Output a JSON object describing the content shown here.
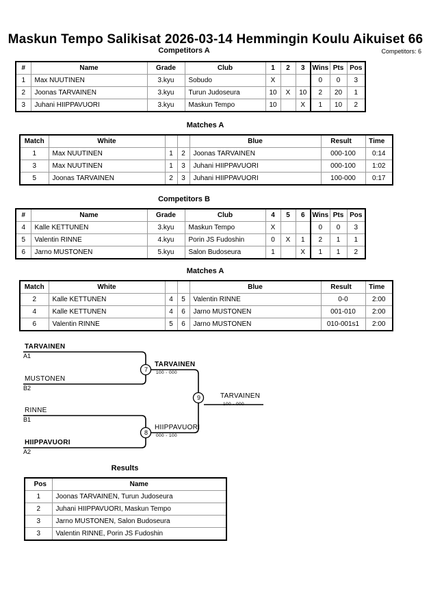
{
  "header": {
    "title": "Maskun Tempo Salikisat  2026-03-14  Hemmingin Koulu   Aikuiset 66",
    "competitors_label": "Competitors: 6"
  },
  "sections": {
    "competitors_a_caption": "Competitors A",
    "matches_a_caption": "Matches A",
    "competitors_b_caption": "Competitors B",
    "matches_b_caption": "Matches A",
    "results_caption": "Results"
  },
  "competitors_a": {
    "headers": [
      "#",
      "Name",
      "Grade",
      "Club",
      "1",
      "2",
      "3",
      "Wins",
      "Pts",
      "Pos"
    ],
    "rows": [
      {
        "num": "1",
        "name": "Max NUUTINEN",
        "grade": "3.kyu",
        "club": "Sobudo",
        "m1": "X",
        "m2": "",
        "m3": "",
        "wins": "0",
        "pts": "0",
        "pos": "3"
      },
      {
        "num": "2",
        "name": "Joonas TARVAINEN",
        "grade": "3.kyu",
        "club": "Turun Judoseura",
        "m1": "10",
        "m2": "X",
        "m3": "10",
        "wins": "2",
        "pts": "20",
        "pos": "1"
      },
      {
        "num": "3",
        "name": "Juhani HIIPPAVUORI",
        "grade": "3.kyu",
        "club": "Maskun Tempo",
        "m1": "10",
        "m2": "",
        "m3": "X",
        "wins": "1",
        "pts": "10",
        "pos": "2"
      }
    ]
  },
  "matches_a": {
    "headers": [
      "Match",
      "White",
      "",
      "",
      "Blue",
      "Result",
      "Time"
    ],
    "rows": [
      {
        "match": "1",
        "white": "Max NUUTINEN",
        "white_win": false,
        "wnum": "1",
        "bnum": "2",
        "blue": "Joonas TARVAINEN",
        "blue_win": true,
        "result": "000-100",
        "time": "0:14"
      },
      {
        "match": "3",
        "white": "Max NUUTINEN",
        "white_win": false,
        "wnum": "1",
        "bnum": "3",
        "blue": "Juhani HIIPPAVUORI",
        "blue_win": true,
        "result": "000-100",
        "time": "1:02"
      },
      {
        "match": "5",
        "white": "Joonas TARVAINEN",
        "white_win": true,
        "wnum": "2",
        "bnum": "3",
        "blue": "Juhani HIIPPAVUORI",
        "blue_win": false,
        "result": "100-000",
        "time": "0:17"
      }
    ]
  },
  "competitors_b": {
    "headers": [
      "#",
      "Name",
      "Grade",
      "Club",
      "4",
      "5",
      "6",
      "Wins",
      "Pts",
      "Pos"
    ],
    "rows": [
      {
        "num": "4",
        "name": "Kalle KETTUNEN",
        "grade": "3.kyu",
        "club": "Maskun Tempo",
        "m1": "X",
        "m2": "",
        "m3": "",
        "wins": "0",
        "pts": "0",
        "pos": "3"
      },
      {
        "num": "5",
        "name": "Valentin RINNE",
        "grade": "4.kyu",
        "club": "Porin JS Fudoshin",
        "m1": "0",
        "m2": "X",
        "m3": "1",
        "wins": "2",
        "pts": "1",
        "pos": "1"
      },
      {
        "num": "6",
        "name": "Jarno MUSTONEN",
        "grade": "5.kyu",
        "club": "Salon Budoseura",
        "m1": "1",
        "m2": "",
        "m3": "X",
        "wins": "1",
        "pts": "1",
        "pos": "2"
      }
    ]
  },
  "matches_b": {
    "headers": [
      "Match",
      "White",
      "",
      "",
      "Blue",
      "Result",
      "Time"
    ],
    "rows": [
      {
        "match": "2",
        "white": "Kalle KETTUNEN",
        "white_win": false,
        "wnum": "4",
        "bnum": "5",
        "blue": "Valentin RINNE",
        "blue_win": true,
        "result": "0-0",
        "time": "2:00"
      },
      {
        "match": "4",
        "white": "Kalle KETTUNEN",
        "white_win": false,
        "wnum": "4",
        "bnum": "6",
        "blue": "Jarno MUSTONEN",
        "blue_win": true,
        "result": "001-010",
        "time": "2:00"
      },
      {
        "match": "6",
        "white": "Valentin RINNE",
        "white_win": true,
        "wnum": "5",
        "bnum": "6",
        "blue": "Jarno MUSTONEN",
        "blue_win": false,
        "result": "010-001s1",
        "time": "2:00"
      }
    ]
  },
  "bracket": {
    "entries": [
      {
        "name": "TARVAINEN",
        "code": "A1",
        "winner": true
      },
      {
        "name": "MUSTONEN",
        "code": "B2",
        "winner": false
      },
      {
        "name": "RINNE",
        "code": "B1",
        "winner": false
      },
      {
        "name": "HIIPPAVUORI",
        "code": "A2",
        "winner": true
      }
    ],
    "semifinal_top": {
      "match": "7",
      "winner": "TARVAINEN",
      "score": "100 - 000"
    },
    "semifinal_bottom": {
      "match": "8",
      "winner": "HIIPPAVUORI",
      "score": "000 - 100"
    },
    "final": {
      "match": "9",
      "winner": "TARVAINEN",
      "score": "100 - 000"
    }
  },
  "results": {
    "headers": [
      "Pos",
      "Name"
    ],
    "rows": [
      {
        "pos": "1",
        "name": "Joonas TARVAINEN, Turun Judoseura"
      },
      {
        "pos": "2",
        "name": "Juhani HIIPPAVUORI, Maskun Tempo"
      },
      {
        "pos": "3",
        "name": "Jarno MUSTONEN, Salon Budoseura"
      },
      {
        "pos": "3",
        "name": "Valentin RINNE, Porin JS Fudoshin"
      }
    ]
  }
}
